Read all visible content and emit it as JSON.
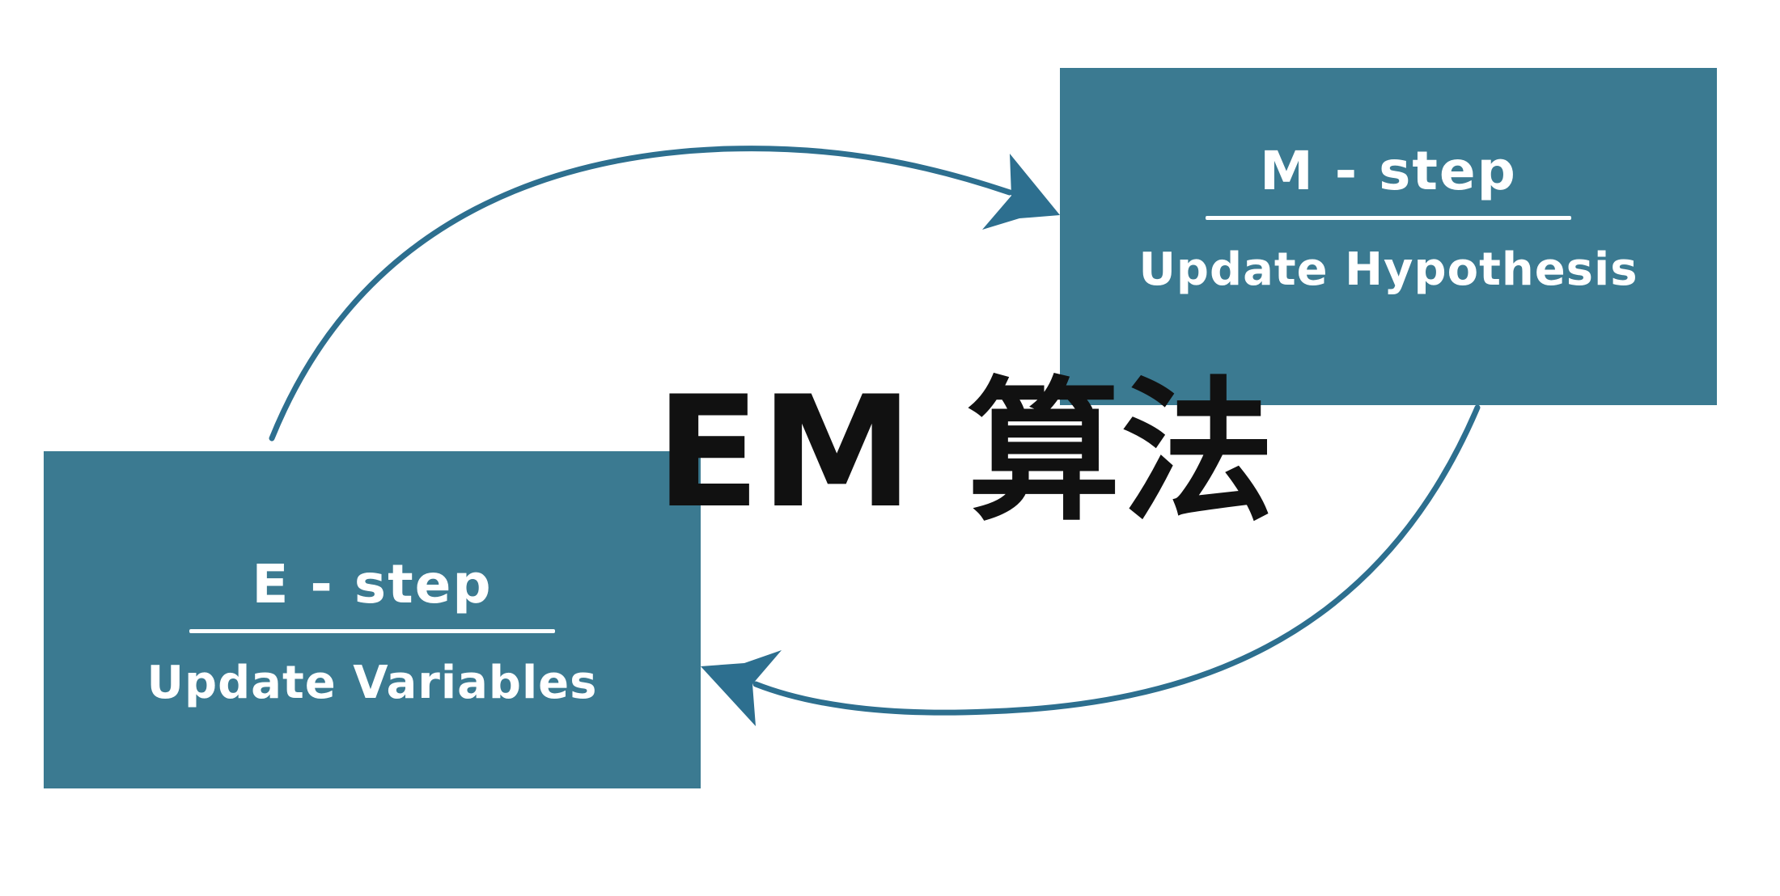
{
  "colors": {
    "box_fill": "#3b7a91",
    "arrow": "#2d6f8f",
    "box_text": "#ffffff",
    "title_text": "#111111"
  },
  "title": "EM 算法",
  "m_step": {
    "title": "M - step",
    "description": "Update Hypothesis"
  },
  "e_step": {
    "title": "E - step",
    "description": "Update Variables"
  }
}
